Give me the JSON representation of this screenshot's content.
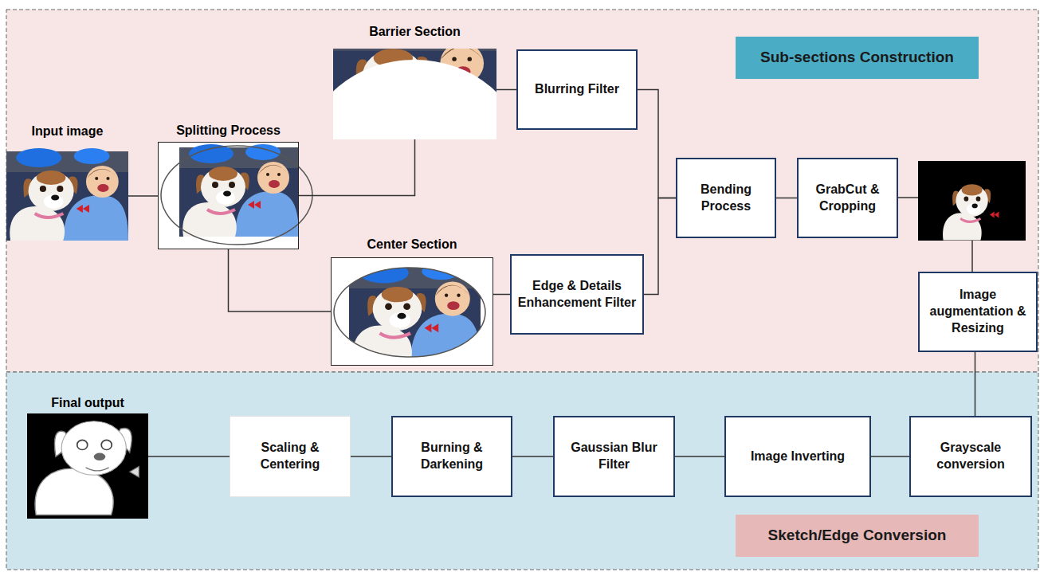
{
  "diagram": {
    "nodes": [
      {
        "text": [
          "Barrier Section"
        ]
      },
      {
        "text": [
          "Blurring Filter"
        ]
      },
      {
        "text": [
          "Sub-sections Construction"
        ]
      },
      {
        "text": [
          "Input image"
        ]
      },
      {
        "text": [
          "Splitting Process"
        ]
      },
      {
        "text": [
          "Bending Process"
        ]
      },
      {
        "text": [
          "GrabCut & Cropping"
        ]
      },
      {
        "text": [
          "Center Section"
        ]
      },
      {
        "text": [
          "Edge & Details Enhancement Filter"
        ]
      },
      {
        "text": [
          "Image augmentation & Resizing"
        ]
      },
      {
        "text": [
          "Final output"
        ]
      },
      {
        "text": [
          "Scaling & Centering"
        ]
      },
      {
        "text": [
          "Burning & Darkening"
        ]
      },
      {
        "text": [
          "Gaussian Blur Filter"
        ]
      },
      {
        "text": [
          "Image Inverting"
        ]
      },
      {
        "text": [
          "Grayscale conversion"
        ]
      },
      {
        "text": [
          "Sketch/Edge Conversion"
        ]
      }
    ],
    "edges": [
      {
        "from": 3,
        "to": 4,
        "arrow": "none"
      },
      {
        "from": 4,
        "to": 0,
        "arrow": "none"
      },
      {
        "from": 4,
        "to": 7,
        "arrow": "none"
      },
      {
        "from": 0,
        "to": 1,
        "arrow": "none"
      },
      {
        "from": 7,
        "to": 8,
        "arrow": "none"
      },
      {
        "from": 1,
        "to": 5,
        "arrow": "none"
      },
      {
        "from": 8,
        "to": 5,
        "arrow": "none"
      },
      {
        "from": 5,
        "to": 6,
        "arrow": "none"
      },
      {
        "from": 9,
        "to": 15,
        "arrow": "none"
      },
      {
        "from": 15,
        "to": 14,
        "arrow": "none"
      },
      {
        "from": 14,
        "to": 13,
        "arrow": "none"
      },
      {
        "from": 13,
        "to": 12,
        "arrow": "none"
      },
      {
        "from": 12,
        "to": 11,
        "arrow": "none"
      },
      {
        "from": 11,
        "to": 10,
        "arrow": "none"
      }
    ]
  }
}
